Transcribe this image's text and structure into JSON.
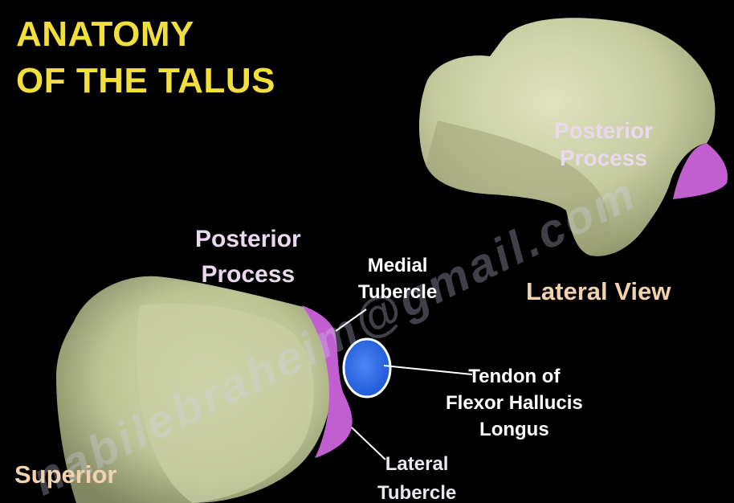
{
  "title": [
    "ANATOMY",
    "OF THE TALUS"
  ],
  "labels": {
    "posterior_process_lateral": [
      "Posterior",
      "Process"
    ],
    "lateral_view": "Lateral View",
    "posterior_process_superior": [
      "Posterior",
      "Process"
    ],
    "medial_tubercle": [
      "Medial",
      "Tubercle"
    ],
    "tendon": [
      "Tendon of",
      "Flexor Hallucis",
      "Longus"
    ],
    "lateral_tubercle": [
      "Lateral",
      "Tubercle"
    ],
    "superior": "Superior"
  },
  "watermark": "nabilebraheim@gmail.com",
  "colors": {
    "background": "#000000",
    "title": "#f2df3c",
    "view_label": "#f1d2ac",
    "process_label": "#ead8ee",
    "bone": "#c9cfa4",
    "posterior_process": "#c25fd0",
    "tendon": "#2f6fe6"
  }
}
